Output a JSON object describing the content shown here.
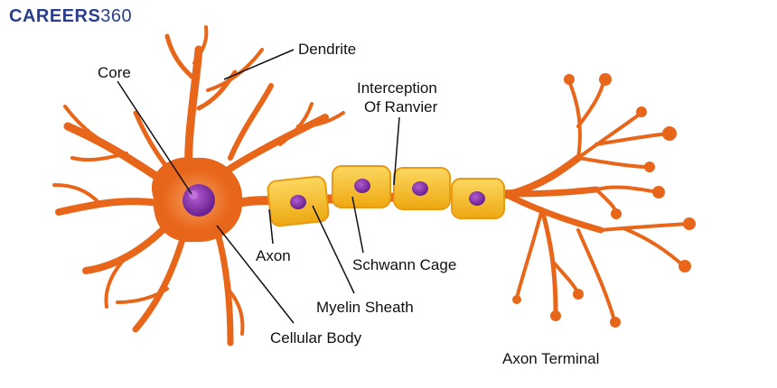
{
  "logo": {
    "brand": "CAREERS",
    "number": "360"
  },
  "labels": {
    "dendrite": "Dendrite",
    "core": "Core",
    "interception_line1": "Interception",
    "interception_line2": "Of Ranvier",
    "axon": "Axon",
    "schwann_cage": "Schwann Cage",
    "myelin_sheath": "Myelin Sheath",
    "cellular_body": "Cellular Body",
    "axon_terminal": "Axon Terminal"
  },
  "colors": {
    "neuron_orange": "#e8661a",
    "body_inner": "#f28a45",
    "myelin_yellow": "#f5b820",
    "myelin_light": "#fbd45a",
    "nucleus_purple": "#7a2d9c",
    "leader_line": "#111111"
  }
}
